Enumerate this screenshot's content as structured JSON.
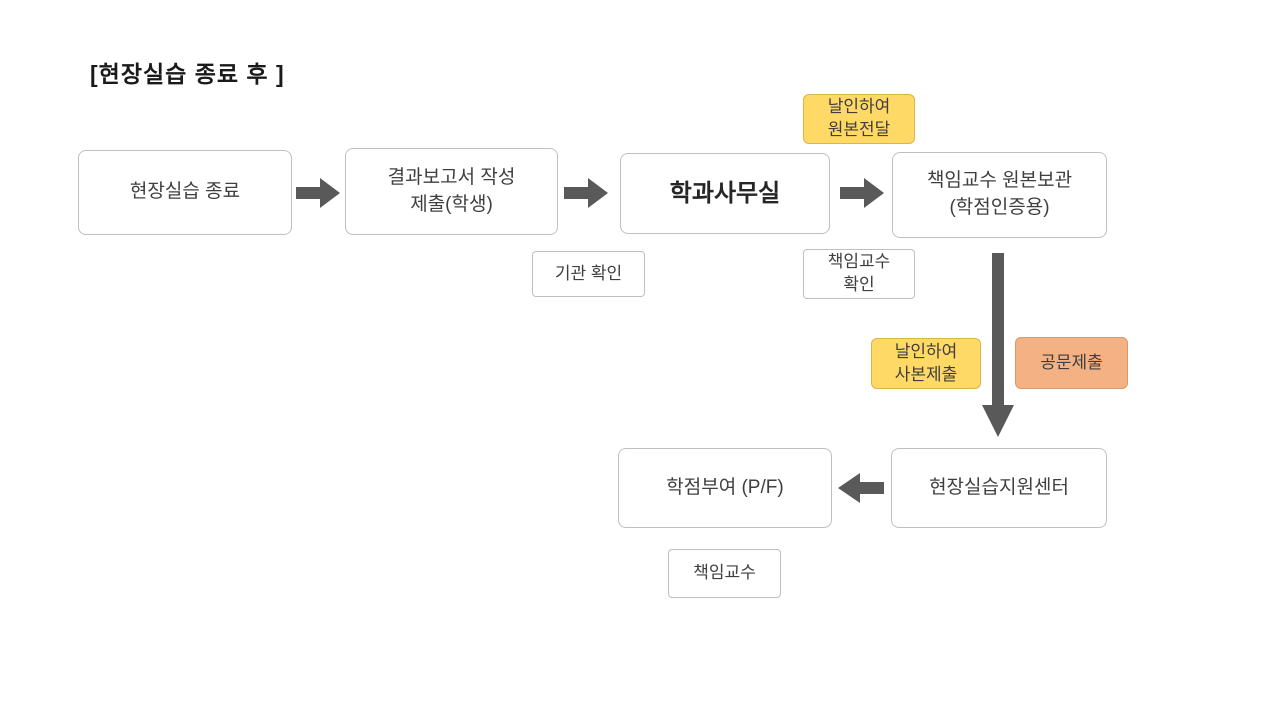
{
  "title": "[현장실습 종료 후 ]",
  "nodes": {
    "field_training_end": "현장실습 종료",
    "report": {
      "line1": "결과보고서 작성",
      "line2": "제출(학생)"
    },
    "dept_office": "학과사무실",
    "prof_original": {
      "line1": "책임교수 원본보관",
      "line2": "(학점인증용)"
    },
    "credit_grant": "학점부여 (P/F)",
    "support_center": "현장실습지원센터"
  },
  "labels": {
    "org_check": "기관 확인",
    "prof_check": {
      "line1": "책임교수",
      "line2": "확인"
    },
    "prof": "책임교수"
  },
  "tags": {
    "seal_original": {
      "line1": "날인하여",
      "line2": "원본전달"
    },
    "seal_copy": {
      "line1": "날인하여",
      "line2": "사본제출"
    },
    "official_doc": "공문제출"
  },
  "colors": {
    "tag_yellow": "#FFD966",
    "tag_orange": "#F4B183",
    "arrow": "#595959",
    "box_border": "#BFBFBF"
  }
}
